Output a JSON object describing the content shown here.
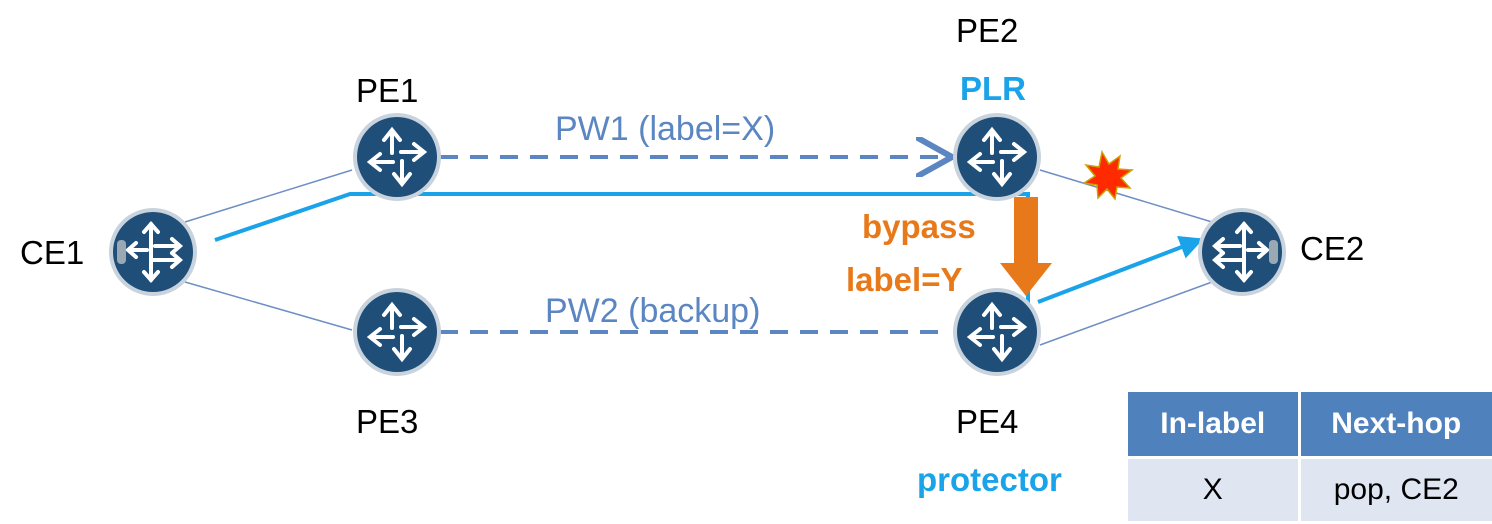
{
  "nodes": {
    "ce1": "CE1",
    "ce2": "CE2",
    "pe1": "PE1",
    "pe2": "PE2",
    "pe2_role": "PLR",
    "pe3": "PE3",
    "pe4": "PE4",
    "pe4_role": "protector"
  },
  "links": {
    "pw1": "PW1  (label=X)",
    "pw2": "PW2  (backup)",
    "bypass_line1": "bypass",
    "bypass_line2": "label=Y"
  },
  "table": {
    "headers": [
      "In-label",
      "Next-hop"
    ],
    "rows": [
      [
        "X",
        "pop, CE2"
      ]
    ]
  },
  "colors": {
    "router_fill": "#1f4e79",
    "path_highlight": "#1aa3e8",
    "pseudowire": "#5b86c2",
    "bypass_arrow": "#e8791a",
    "failure": "#ff2a00",
    "table_header": "#4f81bd",
    "table_cell": "#dfe6f2"
  }
}
